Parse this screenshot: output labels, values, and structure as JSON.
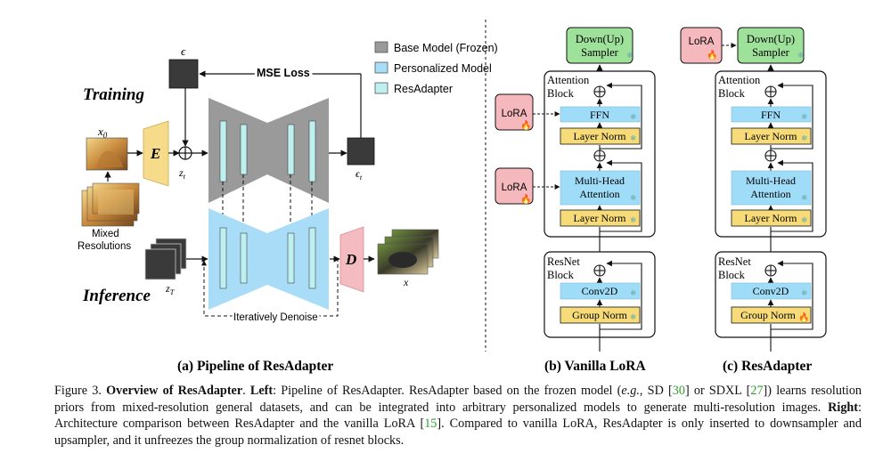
{
  "legend": {
    "base_model": "Base Model (Frozen)",
    "personalized_model": "Personalized  Model",
    "resadapter": "ResAdapter"
  },
  "pipeline": {
    "training": "Training",
    "inference": "Inference",
    "mse_loss": "MSE Loss",
    "epsilon": "ϵ",
    "epsilon_t": "ϵ",
    "epsilon_t_sub": "t",
    "x0": "x",
    "x0_sub": "0",
    "zt": "z",
    "zt_sub": "t",
    "zT": "z",
    "zT_sub": "T",
    "x": "x",
    "encoder": "E",
    "decoder": "D",
    "mixed_resolutions_line1": "Mixed",
    "mixed_resolutions_line2": "Resolutions",
    "iteratively_denoise": "Iteratively Denoise"
  },
  "vanilla_lora": {
    "down_up_sampler_line1": "Down(Up)",
    "down_up_sampler_line2": "Sampler",
    "attention_block_line1": "Attention",
    "attention_block_line2": "Block",
    "ffn": "FFN",
    "layer_norm": "Layer Norm",
    "multi_head_line1": "Multi-Head",
    "multi_head_line2": "Attention",
    "resnet_block_line1": "ResNet",
    "resnet_block_line2": "Block",
    "conv2d": "Conv2D",
    "group_norm": "Group Norm",
    "lora": "LoRA"
  },
  "resadapter_arch": {
    "lora": "LoRA",
    "down_up_sampler_line1": "Down(Up)",
    "down_up_sampler_line2": "Sampler",
    "attention_block_line1": "Attention",
    "attention_block_line2": "Block",
    "ffn": "FFN",
    "layer_norm": "Layer Norm",
    "multi_head_line1": "Multi-Head",
    "multi_head_line2": "Attention",
    "resnet_block_line1": "ResNet",
    "resnet_block_line2": "Block",
    "conv2d": "Conv2D",
    "group_norm": "Group Norm"
  },
  "subtitles": {
    "a": "(a) Pipeline of  ResAdapter",
    "b": "(b) Vanilla LoRA",
    "c": "(c) ResAdapter"
  },
  "caption": {
    "fig_label": "Figure 3.",
    "title": "Overview of ResAdapter",
    "left_label": "Left",
    "text1": ": Pipeline of ResAdapter. ResAdapter based on the frozen model (",
    "eg": "e.g.",
    "text2": ", SD [",
    "ref30": "30",
    "text3": "] or SDXL [",
    "ref27": "27",
    "text4": "]) learns resolution priors from mixed-resolution general datasets, and can be integrated into arbitrary personalized models to generate multi-resolution images. ",
    "right_label": "Right",
    "text5": ": Architecture comparison between ResAdapter and the vanilla LoRA [",
    "ref15": "15",
    "text6": "]. Compared to vanilla LoRA, ResAdapter is only inserted to downsampler and upsampler, and it unfreezes the group normalization of resnet blocks."
  },
  "colors": {
    "frozen_gray": "#9a9a9a",
    "personalized_blue": "#a8dcf7",
    "resadapter_cyan": "#bff0f0",
    "encoder_yellow": "#f6dc8a",
    "decoder_pink": "#f4bcc0",
    "sampler_green": "#9ee19a",
    "norm_yellow": "#f7db79",
    "lora_pink": "#f5b9bd",
    "layer_blue": "#9fdcf8",
    "reference_green": "#2ca02c"
  }
}
